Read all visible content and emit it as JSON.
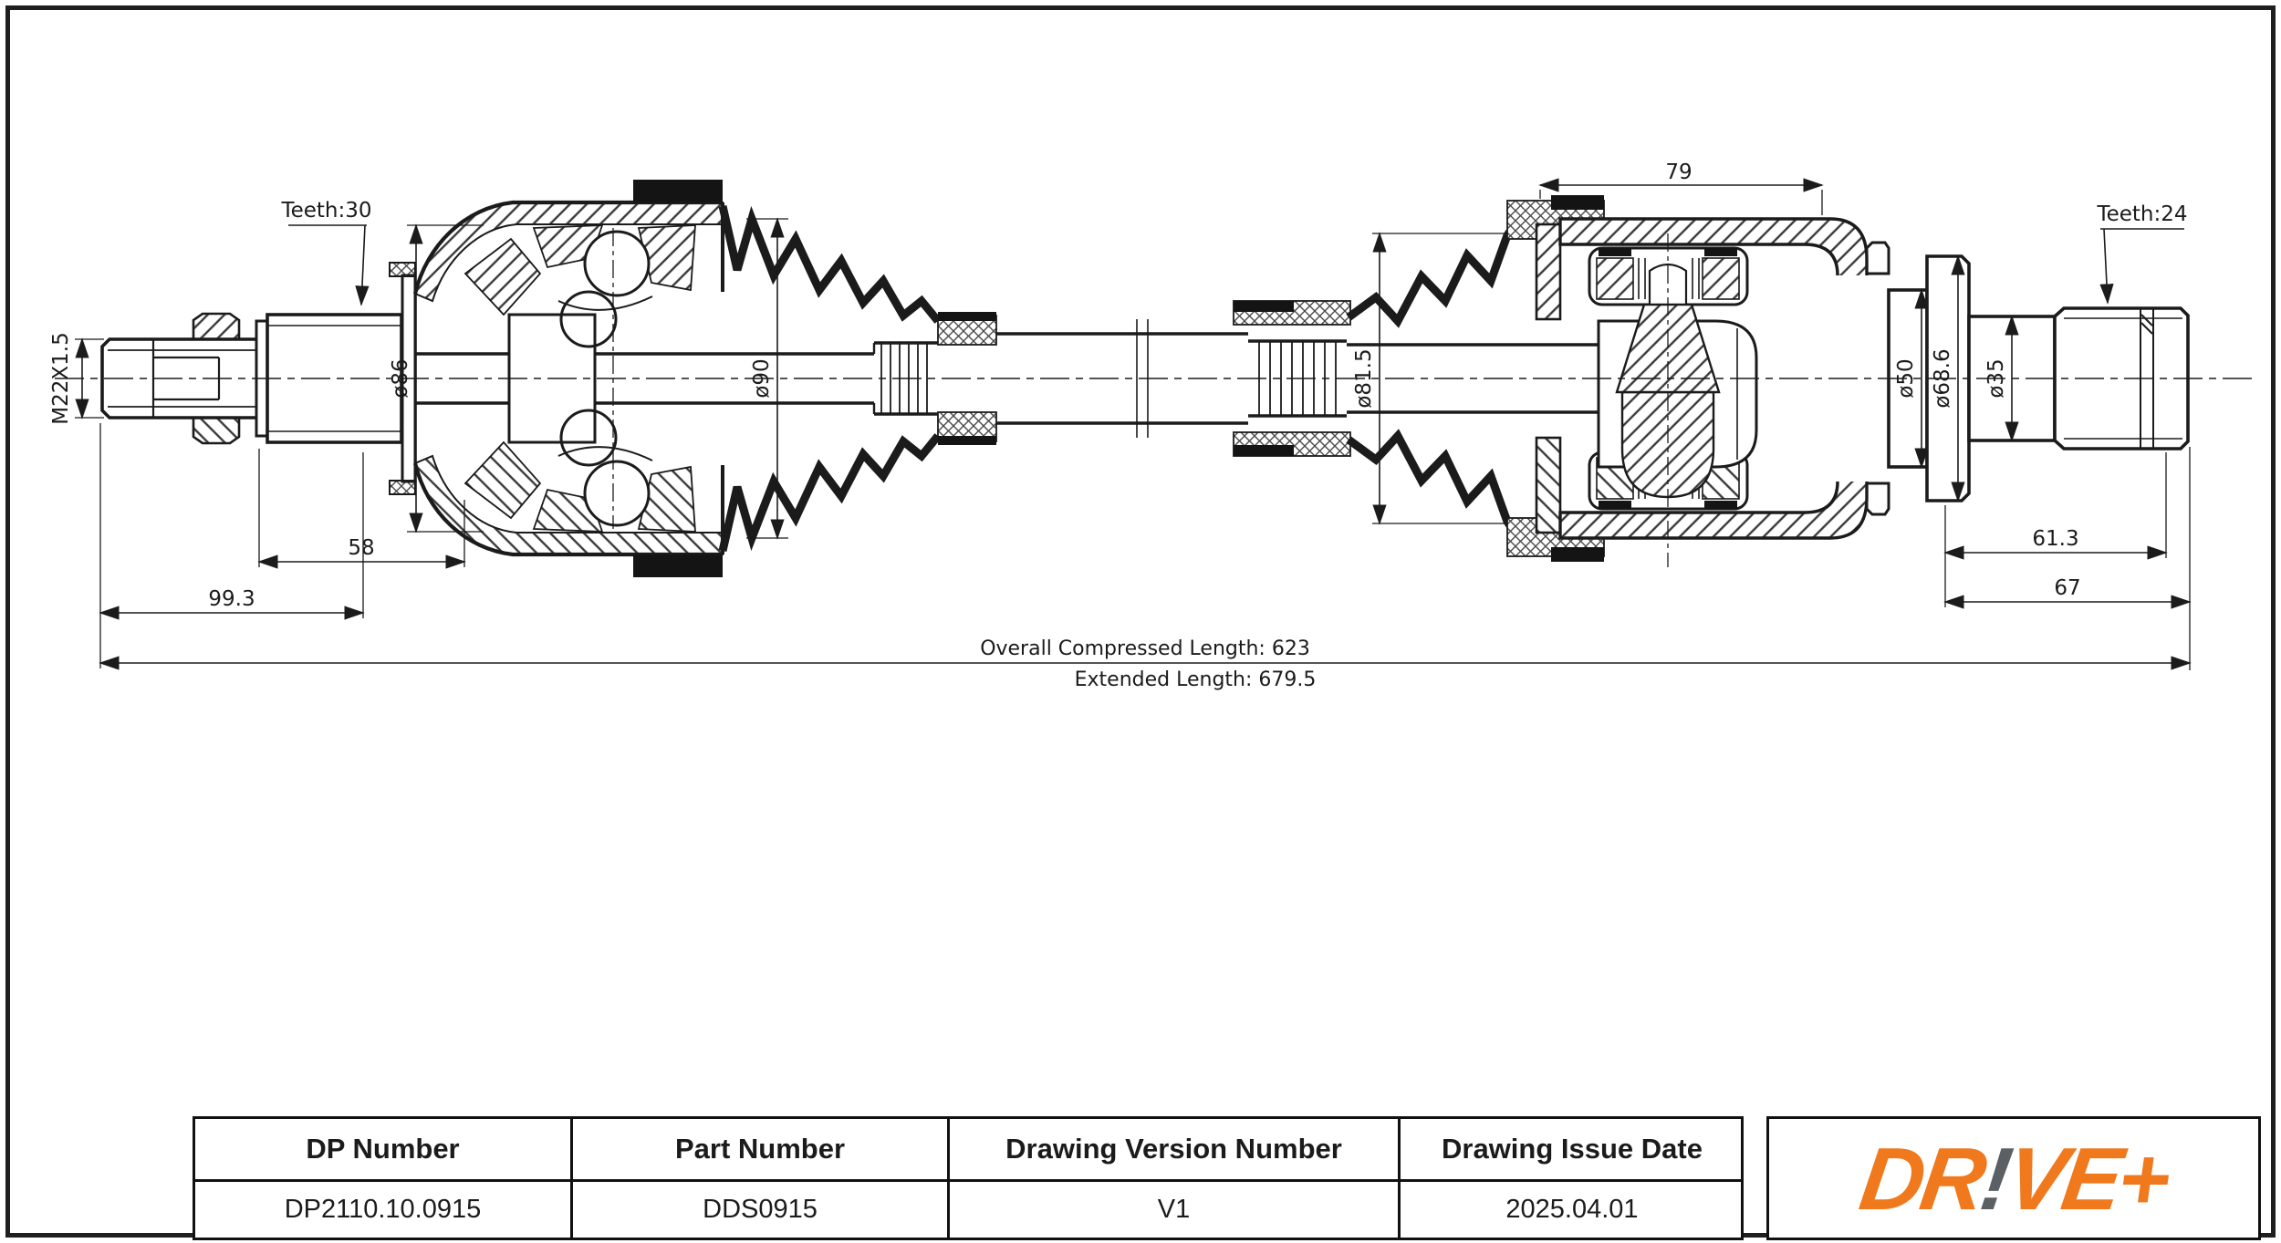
{
  "drawing": {
    "labels": {
      "teeth_left": "Teeth:30",
      "thread": "M22X1.5",
      "dia_86": "ø86",
      "dia_90": "ø90",
      "dia_81_5": "ø81.5",
      "dim_79": "79",
      "teeth_right": "Teeth:24",
      "dia_50": "ø50",
      "dia_68_6": "ø68.6",
      "dia_35": "ø35",
      "dim_58": "58",
      "dim_99_3": "99.3",
      "dim_61_3": "61.3",
      "dim_67": "67",
      "compressed_length": "Overall  Compressed  Length: 623",
      "extended_length": "Extended  Length: 679.5"
    }
  },
  "title_block": {
    "headers": [
      "DP Number",
      "Part Number",
      "Drawing Version Number",
      "Drawing Issue Date"
    ],
    "values": [
      "DP2110.10.0915",
      "DDS0915",
      "V1",
      "2025.04.01"
    ],
    "logo": {
      "dr": "DR",
      "bang": "!",
      "veplus": "VE+"
    }
  },
  "colors": {
    "accent_orange": "#F0791E",
    "bang_gray": "#5B6065",
    "line": "#1b1b1b"
  }
}
